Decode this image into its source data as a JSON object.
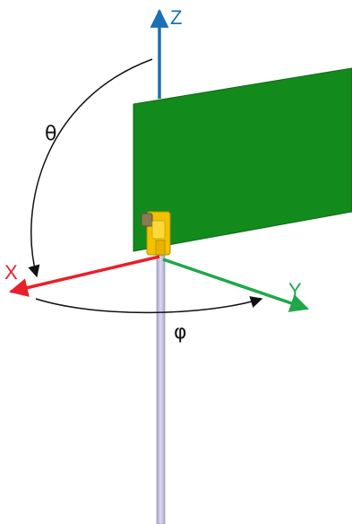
{
  "axes": {
    "x": {
      "label": "X",
      "color": "#e8202a"
    },
    "y": {
      "label": "Y",
      "color": "#1fa84a"
    },
    "z": {
      "label": "Z",
      "color": "#1b6fb5"
    }
  },
  "angles": {
    "theta": {
      "label": "θ"
    },
    "phi": {
      "label": "φ"
    }
  },
  "objects": {
    "board_color": "#138a1c",
    "connector_color": "#f2c200",
    "cable_color": "#c9c7e0"
  }
}
